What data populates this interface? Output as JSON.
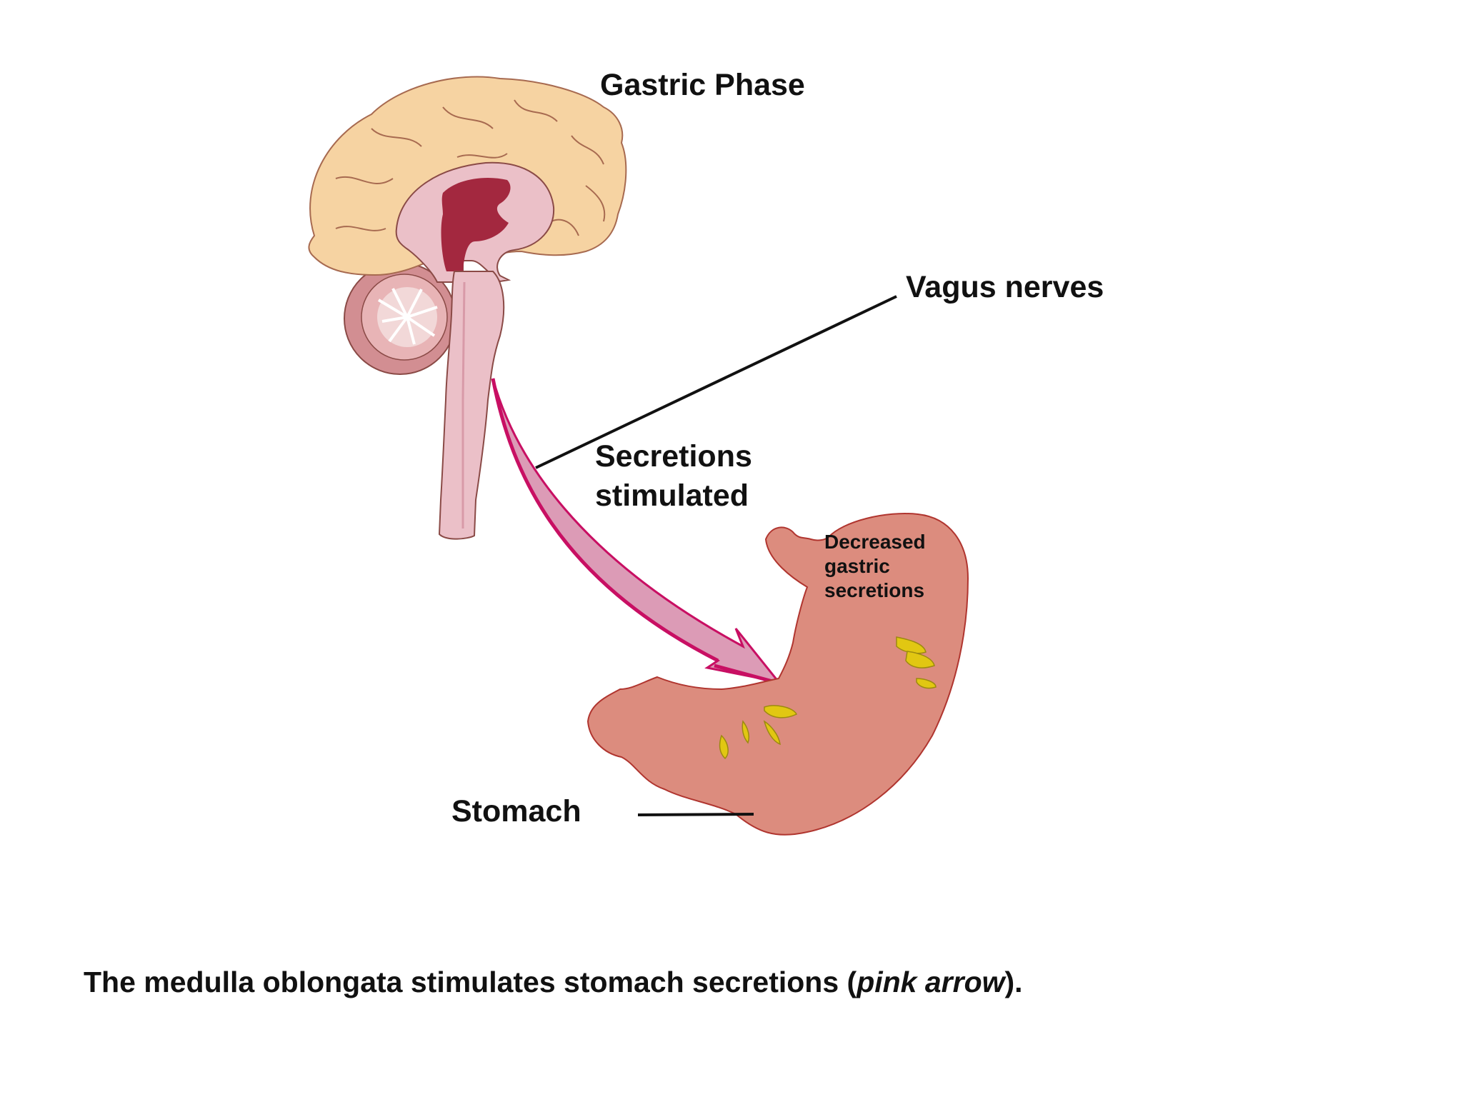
{
  "diagram": {
    "title": "Gastric Phase",
    "labels": {
      "vagus": "Vagus nerves",
      "secretions_line1": "Secretions",
      "secretions_line2": "stimulated",
      "decreased_line1": "Decreased",
      "decreased_line2": "gastric",
      "decreased_line3": "secretions",
      "stomach": "Stomach"
    },
    "caption": {
      "before": "The medulla oblongata stimulates stomach secretions (",
      "emphasis": "pink arrow",
      "after": ")."
    },
    "colors": {
      "cerebrum": "#f6d3a2",
      "brainstem": "#ebc0c8",
      "ventricle": "#a3283f",
      "cerebellum": "#d28e92",
      "stomach": "#dc8c7e",
      "glands": "#e1c712",
      "arrow_fill": "#dc9bb6",
      "arrow_edge": "#c80f63",
      "outline": "#8a4a46"
    }
  }
}
